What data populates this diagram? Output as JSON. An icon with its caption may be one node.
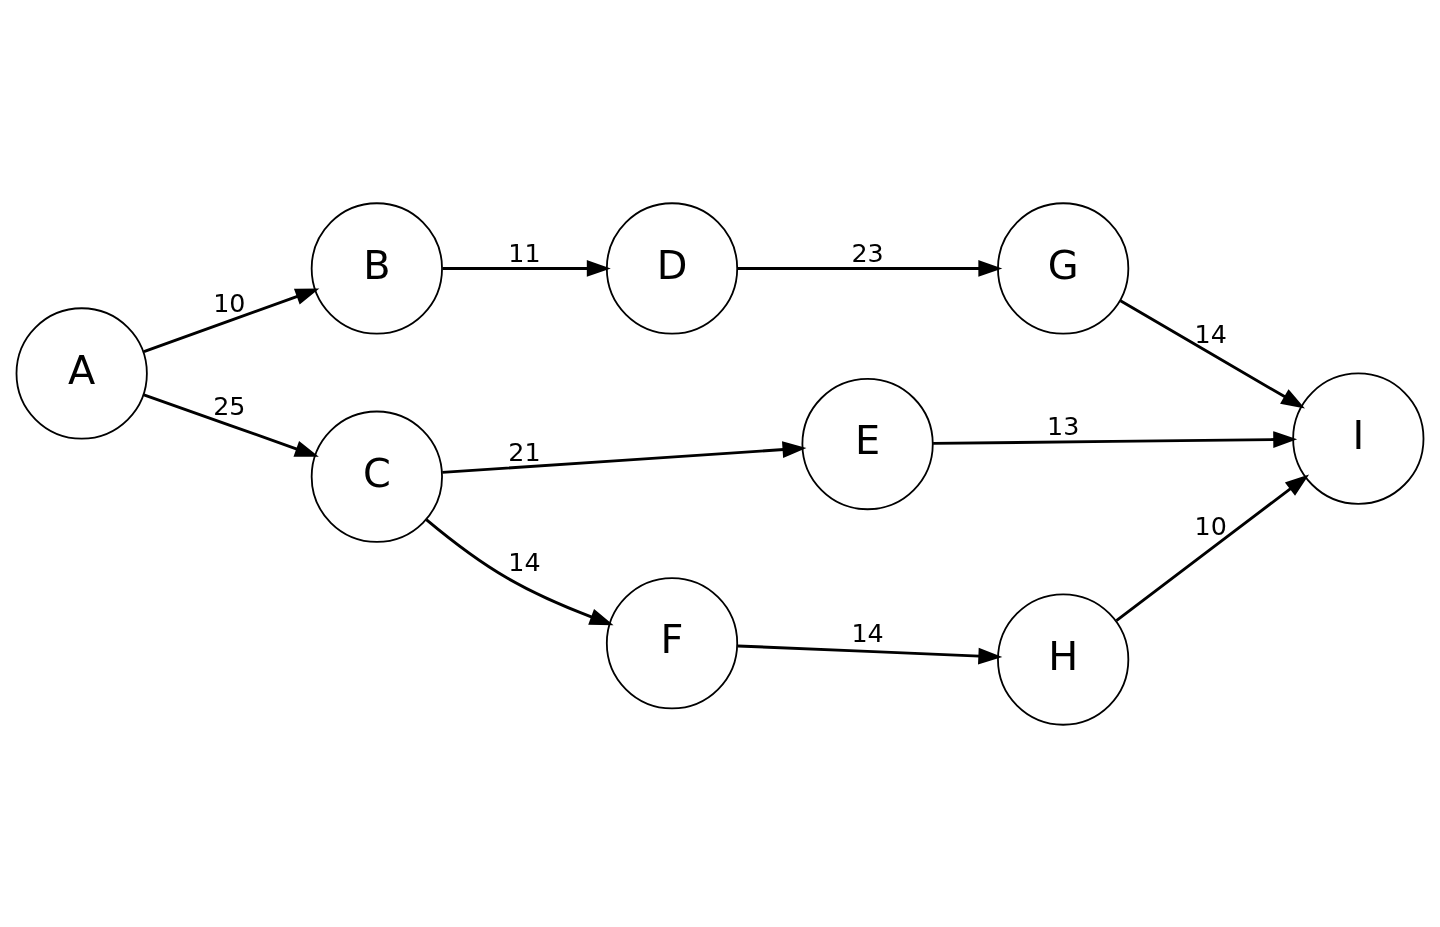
{
  "diagram": {
    "nodes": [
      {
        "text": [
          "A"
        ]
      },
      {
        "text": [
          "B"
        ]
      },
      {
        "text": [
          "C"
        ]
      },
      {
        "text": [
          "D"
        ]
      },
      {
        "text": [
          "E"
        ]
      },
      {
        "text": [
          "F"
        ]
      },
      {
        "text": [
          "G"
        ]
      },
      {
        "text": [
          "H"
        ]
      },
      {
        "text": [
          "I"
        ]
      }
    ],
    "edges": [
      {
        "from": 0,
        "to": 1,
        "arrow": "to",
        "label": "10"
      },
      {
        "from": 0,
        "to": 2,
        "arrow": "to",
        "label": "25"
      },
      {
        "from": 1,
        "to": 3,
        "arrow": "to",
        "label": "11"
      },
      {
        "from": 2,
        "to": 4,
        "arrow": "to",
        "label": "21"
      },
      {
        "from": 2,
        "to": 5,
        "arrow": "to",
        "label": "14"
      },
      {
        "from": 3,
        "to": 6,
        "arrow": "to",
        "label": "23"
      },
      {
        "from": 4,
        "to": 8,
        "arrow": "to",
        "label": "13"
      },
      {
        "from": 5,
        "to": 7,
        "arrow": "to",
        "label": "14"
      },
      {
        "from": 6,
        "to": 8,
        "arrow": "to",
        "label": "14"
      },
      {
        "from": 7,
        "to": 8,
        "arrow": "to",
        "label": "10"
      }
    ]
  }
}
